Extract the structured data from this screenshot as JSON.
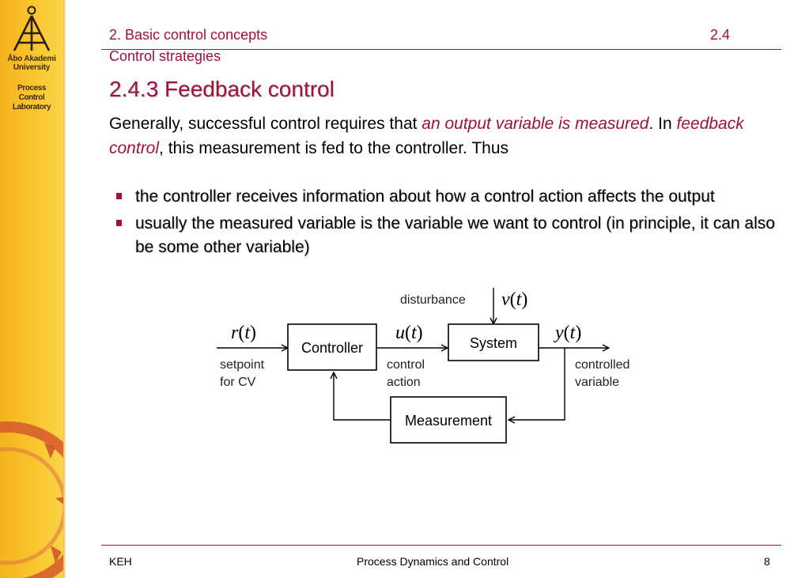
{
  "sidebar": {
    "university": [
      "Åbo Akademi",
      "University"
    ],
    "lab": [
      "Process",
      "Control",
      "Laboratory"
    ]
  },
  "header": {
    "section": "2.  Basic control concepts",
    "number": "2.4",
    "subsection": "Control strategies"
  },
  "title": "2.4.3  Feedback control",
  "body": {
    "p1": "Generally, successful control requires that ",
    "em1": "an output variable is measured",
    "p2": ".  In ",
    "em2": "feedback control",
    "p3": ", this measurement is fed to the controller. Thus"
  },
  "bullets": [
    "the controller receives information about how a control action affects the output",
    "usually the measured variable is the variable we want to control (in principle, it can also be some other variable)"
  ],
  "diagram": {
    "disturbance": "disturbance",
    "v": "v",
    "r": "r",
    "u": "u",
    "y": "y",
    "t": "t",
    "controller": "Controller",
    "system": "System",
    "measurement": "Measurement",
    "setpoint": [
      "setpoint",
      "for CV"
    ],
    "control_action": [
      "control",
      "action"
    ],
    "controlled_variable": [
      "controlled",
      "variable"
    ]
  },
  "footer": {
    "left": "KEH",
    "center": "Process Dynamics and Control",
    "page": "8"
  },
  "colors": {
    "accent": "#a0103a",
    "sidebar": "#f9c630"
  }
}
